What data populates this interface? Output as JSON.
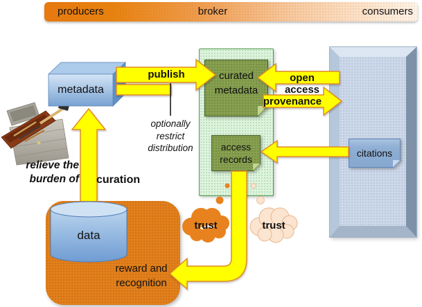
{
  "title_lanes": {
    "producers": "producers",
    "broker": "broker",
    "consumers": "consumers"
  },
  "nodes": {
    "metadata": "metadata",
    "curated_metadata": "curated metadata",
    "access_records": "access records",
    "citations": "citations",
    "data": "data",
    "reward": "reward and recognition"
  },
  "flows": {
    "publish": "publish",
    "open_access": "open access",
    "provenance": "provenance",
    "curation": "curation"
  },
  "annotations": {
    "optional_restrict": "optionally restrict distribution",
    "relieve_burden": "relieve the burden of",
    "trust_producer": "trust",
    "trust_consumer": "trust"
  },
  "icons": {
    "toolbox": "toolbox-photo",
    "trust_cloud_producer": "thought-cloud-orange",
    "trust_cloud_consumer": "thought-cloud-cream"
  },
  "colors": {
    "arrow_yellow": "#FFFF00",
    "arrow_outline": "#DF8B28",
    "producer_orange": "#E8811C",
    "broker_panel_green": "#DEF4DE",
    "broker_note_olive": "#87A050",
    "metadata_blue": "#7FA8D6",
    "consumer_panel_blue": "#CDD9EA",
    "citations_blue": "#8FAFD4",
    "reward_orange": "#E1801C",
    "trust_cloud_orange": "#E8821E",
    "trust_cloud_cream": "#FBE4D0"
  }
}
